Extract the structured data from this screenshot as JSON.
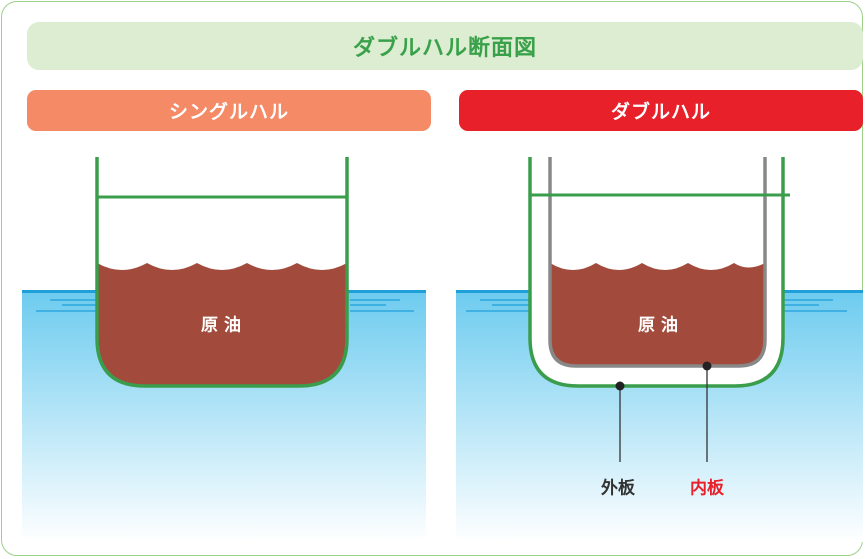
{
  "title": "ダブルハル断面図",
  "single": {
    "heading": "シングルハル",
    "oil": "原油"
  },
  "double": {
    "heading": "ダブルハル",
    "oil": "原油",
    "outer_label": "外板",
    "inner_label": "内板"
  },
  "colors": {
    "title_text": "#3aa14a",
    "title_bg": "#dcedd2",
    "single_header": "#f48a66",
    "double_header": "#e8202a",
    "oil": "#a24b3c",
    "hull_green": "#3a9d4c",
    "inner_hull": "#888888",
    "water_top": "#6ccbef",
    "water_bottom": "#ffffff"
  }
}
